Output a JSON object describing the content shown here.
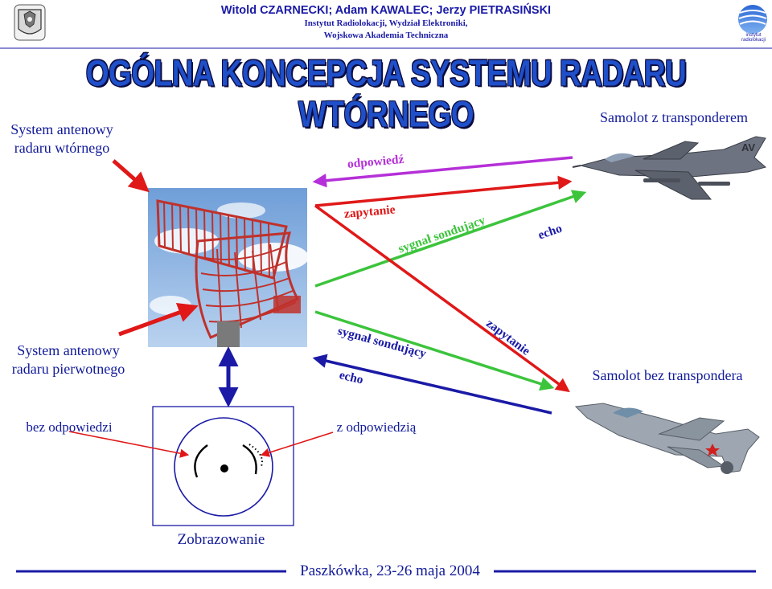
{
  "header": {
    "authors": "Witold CZARNECKI; Adam KAWALEC; Jerzy PIETRASIŃSKI",
    "institute": "Instytut Radiolokacji, Wydział Elektroniki,",
    "academy": "Wojskowa Akademia Techniczna",
    "right_logo_text_1": "instytut",
    "right_logo_text_2": "radiolokacji"
  },
  "title": "OGÓLNA KONCEPCJA SYSTEMU RADARU WTÓRNEGO",
  "labels": {
    "secondary_system": "System antenowy radaru wtórnego",
    "primary_system": "System antenowy radaru pierwotnego",
    "with_transponder": "Samolot z transponderem",
    "without_transponder": "Samolot bez transpondera",
    "no_reply": "bez odpowiedzi",
    "with_reply": "z odpowiedzią",
    "display": "Zobrazowanie"
  },
  "signals": {
    "reply": "odpowiedź",
    "interrogation_top": "zapytanie",
    "probe_top": "sygnał sondujący",
    "echo_top": "echo",
    "probe_bottom": "sygnał sondujący",
    "echo_bottom": "echo",
    "interrogation_bottom": "zapytanie"
  },
  "aircraft_marking": "AV",
  "footer": "Paszkówka, 23-26 maja 2004",
  "colors": {
    "reply": "#b530d8",
    "interrogation": "#e01818",
    "probe": "#3cc43c",
    "echo": "#1a1aa6",
    "text": "#111a99",
    "title": "#1f4fc9"
  }
}
